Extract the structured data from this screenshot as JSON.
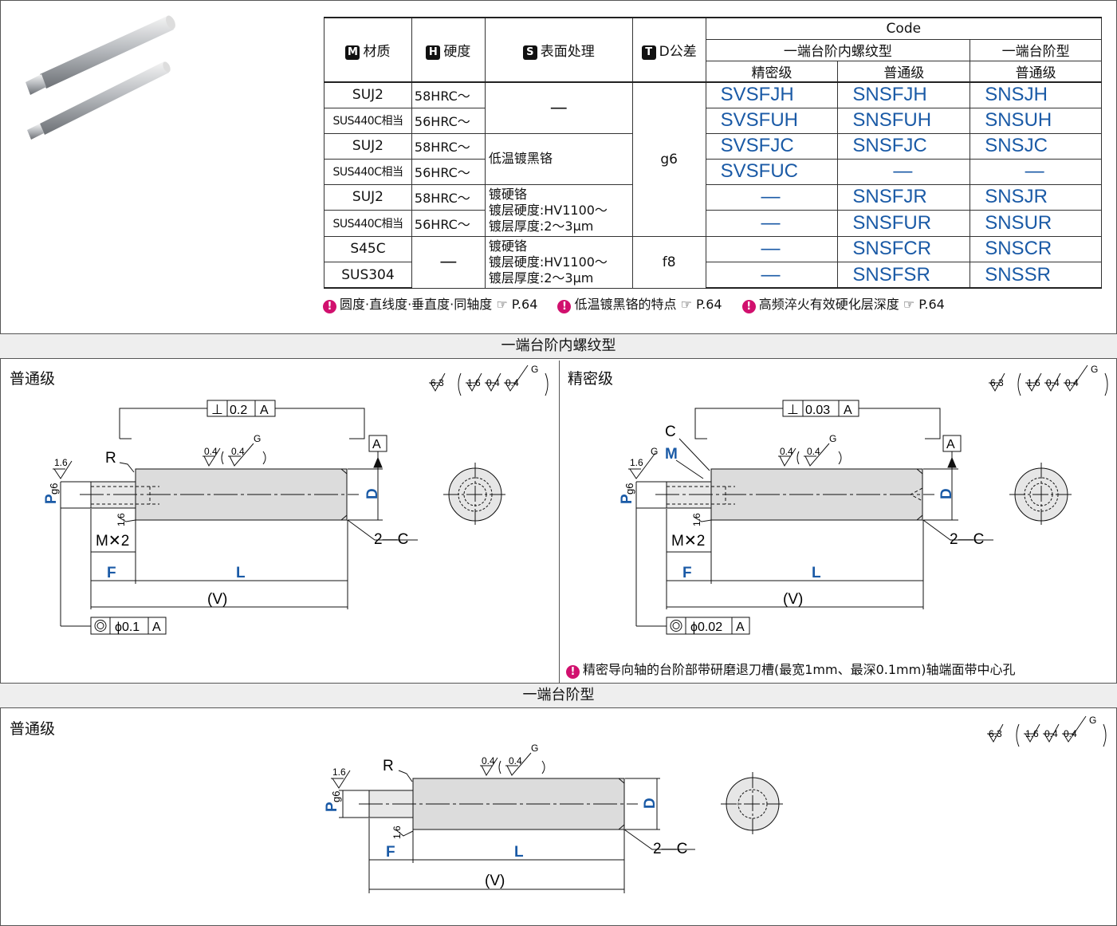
{
  "table": {
    "headers": {
      "material_badge": "M",
      "material": "材质",
      "hardness_badge": "H",
      "hardness": "硬度",
      "surface_badge": "S",
      "surface": "表面处理",
      "tolerance_badge": "T",
      "tolerance": "D公差",
      "code": "Code",
      "type_threaded": "一端台阶内螺纹型",
      "type_step": "一端台阶型",
      "precision": "精密级",
      "normal": "普通级",
      "normal2": "普通级"
    },
    "rows": [
      {
        "material": "SUJ2",
        "hardness": "58HRC～",
        "c1": "SVSFJH",
        "c2": "SNSFJH",
        "c3": "SNSJH"
      },
      {
        "material": "SUS440C相当",
        "hardness": "56HRC～",
        "c1": "SVSFUH",
        "c2": "SNSFUH",
        "c3": "SNSUH"
      },
      {
        "material": "SUJ2",
        "hardness": "58HRC～",
        "c1": "SVSFJC",
        "c2": "SNSFJC",
        "c3": "SNSJC"
      },
      {
        "material": "SUS440C相当",
        "hardness": "56HRC～",
        "c1": "SVSFUC",
        "c2": "—",
        "c3": "—"
      },
      {
        "material": "SUJ2",
        "hardness": "58HRC～",
        "c1": "—",
        "c2": "SNSFJR",
        "c3": "SNSJR"
      },
      {
        "material": "SUS440C相当",
        "hardness": "56HRC～",
        "c1": "—",
        "c2": "SNSFUR",
        "c3": "SNSUR"
      },
      {
        "material": "S45C",
        "hardness": "—",
        "c1": "—",
        "c2": "SNSFCR",
        "c3": "SNSCR"
      },
      {
        "material": "SUS304",
        "c1": "—",
        "c2": "SNSFSR",
        "c3": "SNSSR"
      }
    ],
    "surface_none": "—",
    "surface_black_chrome": "低温镀黑铬",
    "surface_hard_chrome_1": "镀硬铬",
    "surface_hard_chrome_2": "镀层硬度:HV1100～",
    "surface_hard_chrome_3": "镀层厚度:2～3μm",
    "tol_g6": "g6",
    "tol_f8": "f8"
  },
  "notes": {
    "n1": "圆度·直线度·垂直度·同轴度 ☞ P.64",
    "n2": "低温镀黑铬的特点 ☞ P.64",
    "n3": "高频淬火有效硬化层深度 ☞ P.64",
    "pin": "!"
  },
  "section1": {
    "title": "一端台阶内螺纹型",
    "left_grade": "普通级",
    "right_grade": "精密级",
    "note": "精密导向轴的台阶部带研磨退刀槽(最宽1mm、最深0.1mm)轴端面带中心孔"
  },
  "section2": {
    "title": "一端台阶型",
    "grade": "普通级"
  },
  "drawing": {
    "rough_main": "6.3",
    "rough_a": "1.6",
    "rough_b": "0.4",
    "rough_c": "0.4",
    "rough_g": "G",
    "perp_normal": "0.2",
    "perp_precision": "0.03",
    "datum": "A",
    "conc_normal": "ϕ0.1",
    "conc_precision": "ϕ0.02",
    "lbl_R": "R",
    "lbl_C": "C",
    "lbl_M": "M",
    "lbl_Mx2": "M✕2",
    "lbl_P": "P",
    "lbl_g6": "g6",
    "lbl_D": "D",
    "lbl_2C": "2—C",
    "lbl_F": "F",
    "lbl_L": "L",
    "lbl_V": "(V)",
    "lbl_16": "1.6",
    "lbl_04": "0.4",
    "perp_sym": "⊥"
  }
}
